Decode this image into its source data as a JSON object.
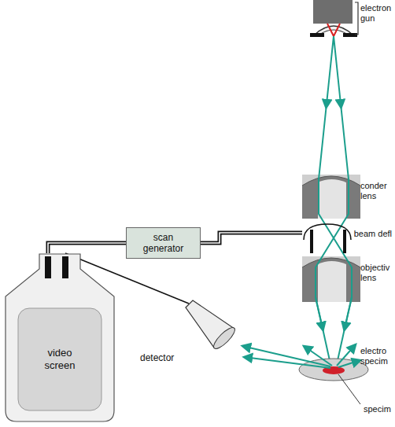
{
  "diagram": {
    "nodes": [
      {
        "text": [
          "scan generator"
        ]
      },
      {
        "text": [
          "beam defl"
        ]
      },
      {
        "text": [
          "video screen"
        ]
      },
      {
        "text": [
          "detector"
        ]
      }
    ],
    "edges": [
      {
        "from": 0,
        "to": 2,
        "arrow": "none"
      },
      {
        "from": 0,
        "to": 1,
        "arrow": "none"
      },
      {
        "from": 3,
        "to": 2,
        "arrow": "none"
      }
    ],
    "labels": [
      "electron gun",
      "conder lens",
      "objectiv lens",
      "electro specim",
      "specim"
    ]
  }
}
